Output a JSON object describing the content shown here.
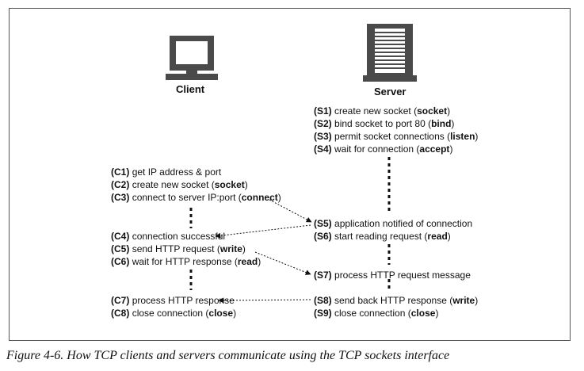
{
  "client": {
    "title": "Client",
    "steps": [
      {
        "id": "(C1)",
        "pre": "get IP address & port",
        "call": "",
        "post": ""
      },
      {
        "id": "(C2)",
        "pre": "create new socket (",
        "call": "socket",
        "post": ")"
      },
      {
        "id": "(C3)",
        "pre": "connect to server IP:port (",
        "call": "connect",
        "post": ")"
      },
      {
        "id": "(C4)",
        "pre": "connection successful",
        "call": "",
        "post": ""
      },
      {
        "id": "(C5)",
        "pre": "send HTTP request (",
        "call": "write",
        "post": ")"
      },
      {
        "id": "(C6)",
        "pre": "wait for HTTP response (",
        "call": "read",
        "post": ")"
      },
      {
        "id": "(C7)",
        "pre": "process HTTP response",
        "call": "",
        "post": ""
      },
      {
        "id": "(C8)",
        "pre": "close connection (",
        "call": "close",
        "post": ")"
      }
    ]
  },
  "server": {
    "title": "Server",
    "steps": [
      {
        "id": "(S1)",
        "pre": "create new socket (",
        "call": "socket",
        "post": ")"
      },
      {
        "id": "(S2)",
        "pre": "bind socket to port 80 (",
        "call": "bind",
        "post": ")"
      },
      {
        "id": "(S3)",
        "pre": "permit socket connections (",
        "call": "listen",
        "post": ")"
      },
      {
        "id": "(S4)",
        "pre": "wait for connection (",
        "call": "accept",
        "post": ")"
      },
      {
        "id": "(S5)",
        "pre": "application notified of connection",
        "call": "",
        "post": ""
      },
      {
        "id": "(S6)",
        "pre": "start reading request (",
        "call": "read",
        "post": ")"
      },
      {
        "id": "(S7)",
        "pre": "process HTTP request message",
        "call": "",
        "post": ""
      },
      {
        "id": "(S8)",
        "pre": "send back HTTP response (",
        "call": "write",
        "post": ")"
      },
      {
        "id": "(S9)",
        "pre": "close connection (",
        "call": "close",
        "post": ")"
      }
    ]
  },
  "caption": "Figure 4-6. How TCP clients and servers communicate using the TCP sockets interface"
}
